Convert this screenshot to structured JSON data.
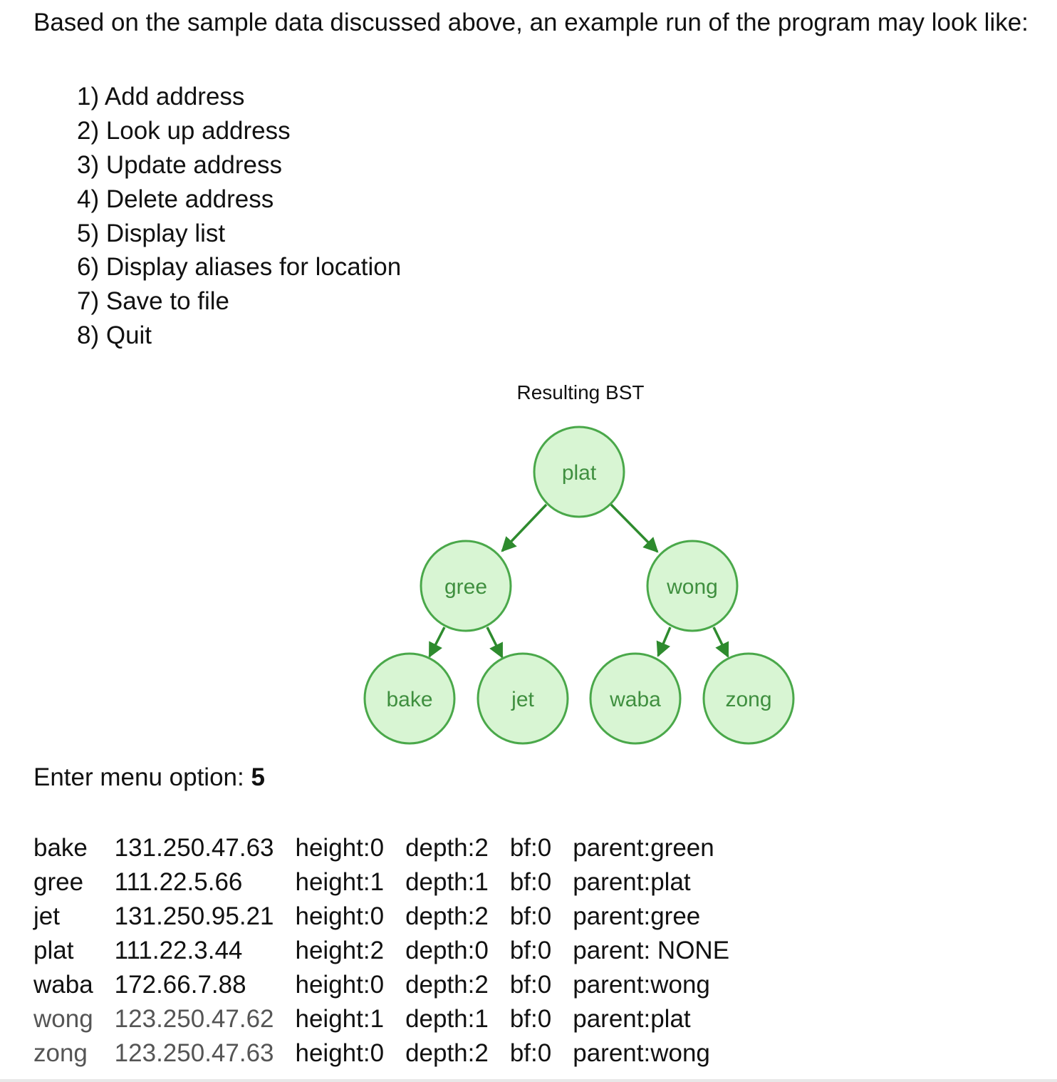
{
  "intro": "Based on the sample data discussed above, an example run of the program may look like:",
  "menu": [
    "1) Add address",
    "2) Look up address",
    "3) Update address",
    "4) Delete address",
    "5) Display list",
    "6) Display aliases for location",
    "7) Save to file",
    "8) Quit"
  ],
  "tree": {
    "title": "Resulting BST",
    "node_fill": "#d8f5d3",
    "node_stroke": "#4aa84a",
    "edge_color": "#2e8b2e",
    "nodes": {
      "plat": "plat",
      "gree": "gree",
      "wong": "wong",
      "bake": "bake",
      "jet": "jet",
      "waba": "waba",
      "zong": "zong"
    }
  },
  "prompt": {
    "label": "Enter menu option: ",
    "value": "5"
  },
  "rows": [
    {
      "name": "bake",
      "ip": "131.250.47.63",
      "height": "height:0",
      "depth": "depth:2",
      "bf": "bf:0",
      "parent": "parent:green"
    },
    {
      "name": "gree",
      "ip": "111.22.5.66",
      "height": "height:1",
      "depth": "depth:1",
      "bf": "bf:0",
      "parent": "parent:plat"
    },
    {
      "name": "jet",
      "ip": "131.250.95.21",
      "height": "height:0",
      "depth": "depth:2",
      "bf": "bf:0",
      "parent": "parent:gree"
    },
    {
      "name": "plat",
      "ip": "111.22.3.44",
      "height": "height:2",
      "depth": "depth:0",
      "bf": "bf:0",
      "parent": "parent: NONE"
    },
    {
      "name": "waba",
      "ip": "172.66.7.88",
      "height": "height:0",
      "depth": "depth:2",
      "bf": "bf:0",
      "parent": "parent:wong"
    },
    {
      "name": "wong",
      "ip": "123.250.47.62",
      "height": "height:1",
      "depth": "depth:1",
      "bf": "bf:0",
      "parent": "parent:plat"
    },
    {
      "name": "zong",
      "ip": "123.250.47.63",
      "height": "height:0",
      "depth": "depth:2",
      "bf": "bf:0",
      "parent": "parent:wong"
    }
  ]
}
